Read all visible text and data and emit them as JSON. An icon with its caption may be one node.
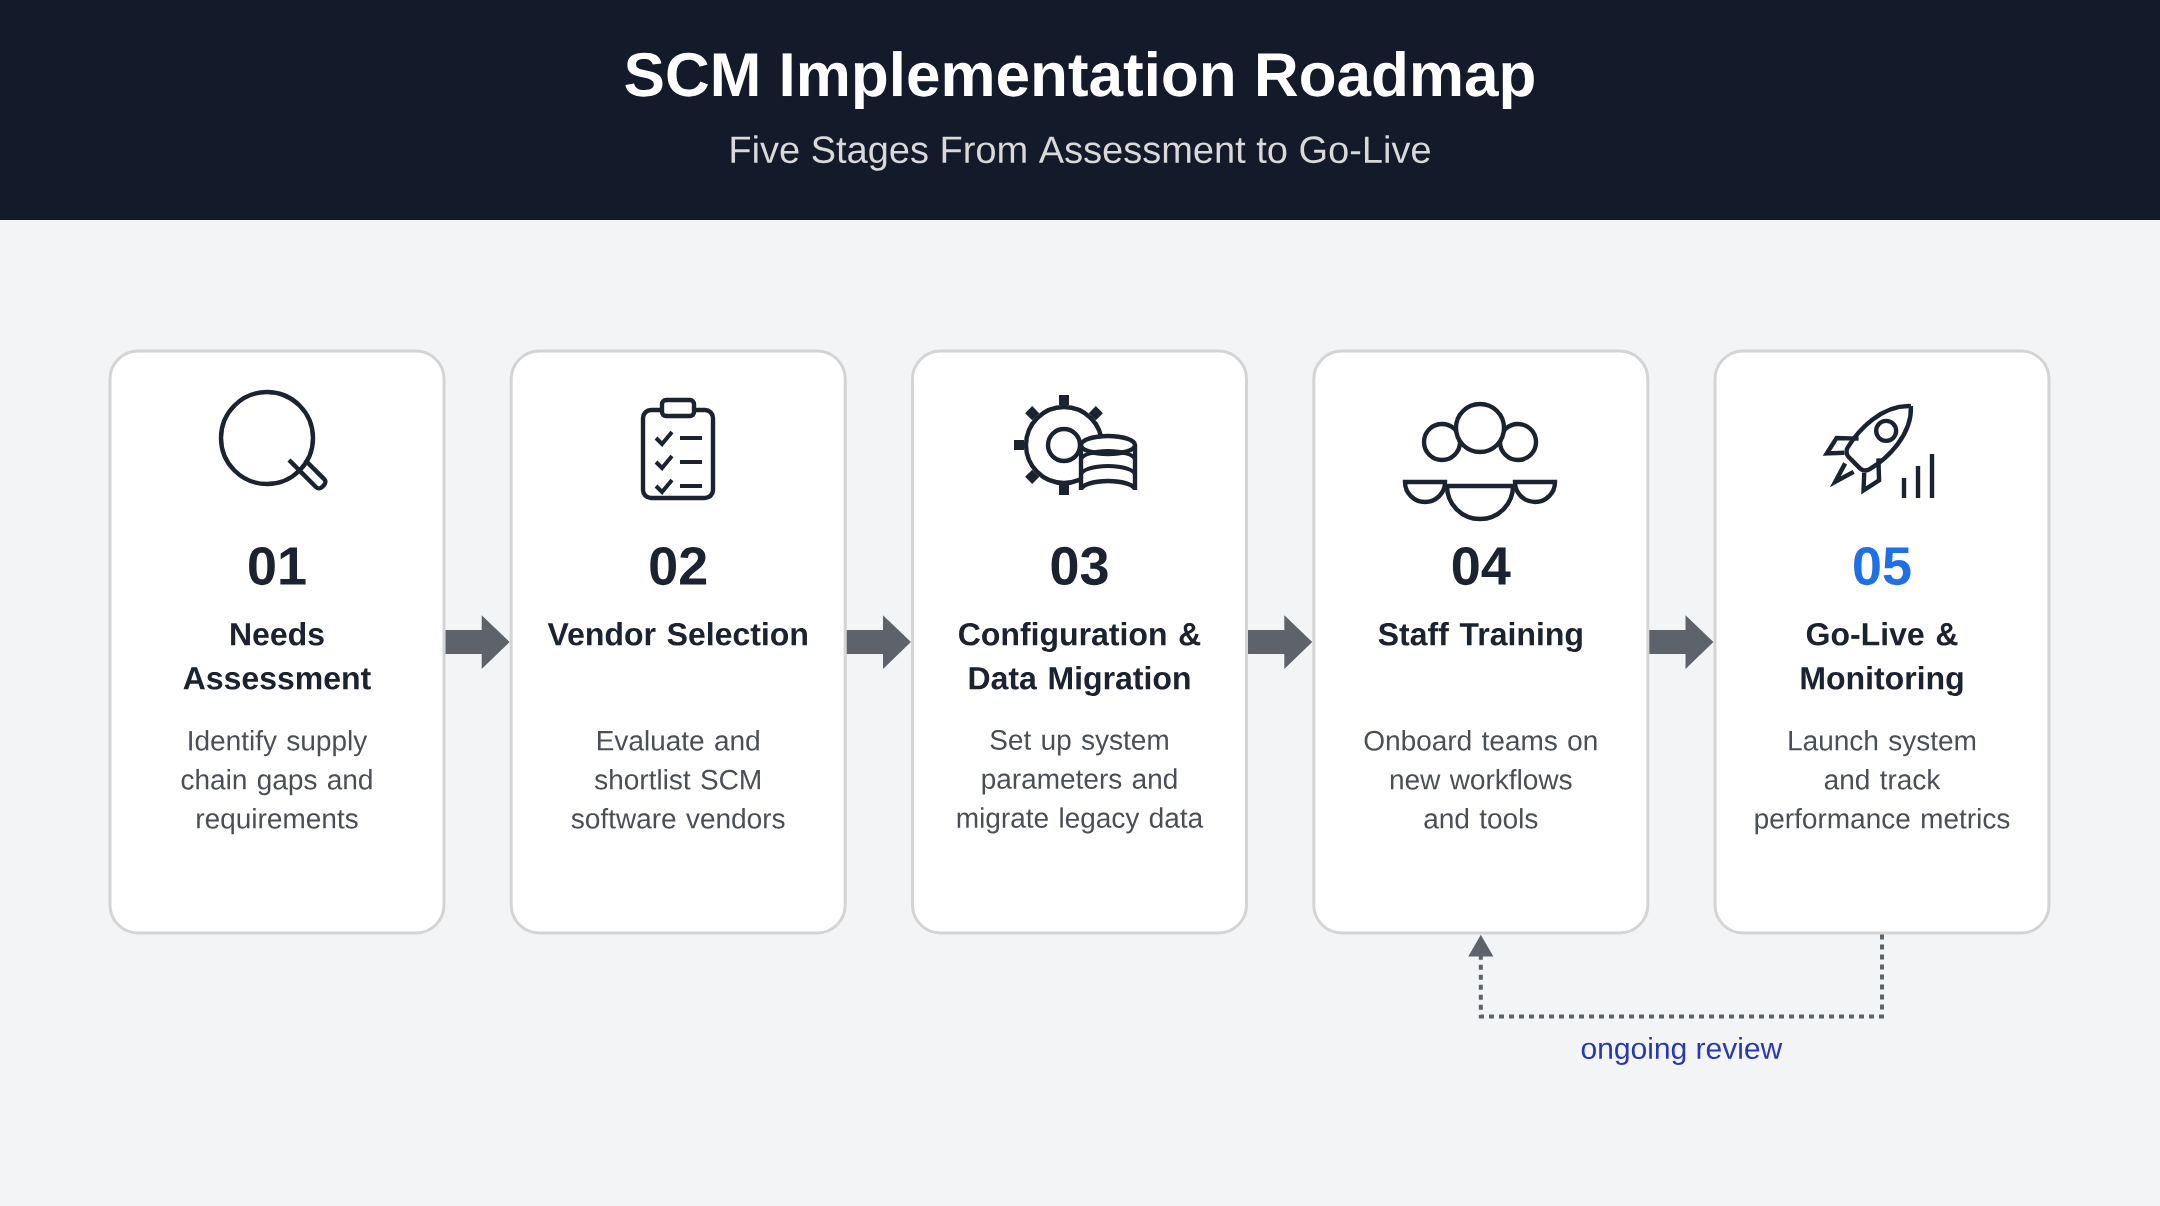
{
  "diagram": {
    "title": "SCM Implementation Roadmap",
    "caption": "Five Stages From Assessment to Go-Live",
    "nodes": [
      {
        "text": [
          "01",
          "Needs Assessment",
          "Identify supply chain gaps and requirements"
        ]
      },
      {
        "text": [
          "02",
          "Vendor Selection",
          "Evaluate and shortlist SCM software vendors"
        ]
      },
      {
        "text": [
          "03",
          "Configuration & Data Migration",
          "Set up system parameters and migrate legacy data"
        ]
      },
      {
        "text": [
          "04",
          "Staff Training",
          "Onboard teams on new workflows and tools"
        ]
      },
      {
        "text": [
          "05",
          "Go-Live & Monitoring",
          "Launch system and track performance metrics"
        ]
      }
    ],
    "edges": [
      {
        "from": 0,
        "to": 1,
        "arrow": "to"
      },
      {
        "from": 1,
        "to": 2,
        "arrow": "to"
      },
      {
        "from": 2,
        "to": 3,
        "arrow": "to"
      },
      {
        "from": 3,
        "to": 4,
        "arrow": "to"
      },
      {
        "from": 4,
        "to": 3,
        "arrow": "to",
        "style": "dashed",
        "label": "ongoing review"
      }
    ]
  }
}
